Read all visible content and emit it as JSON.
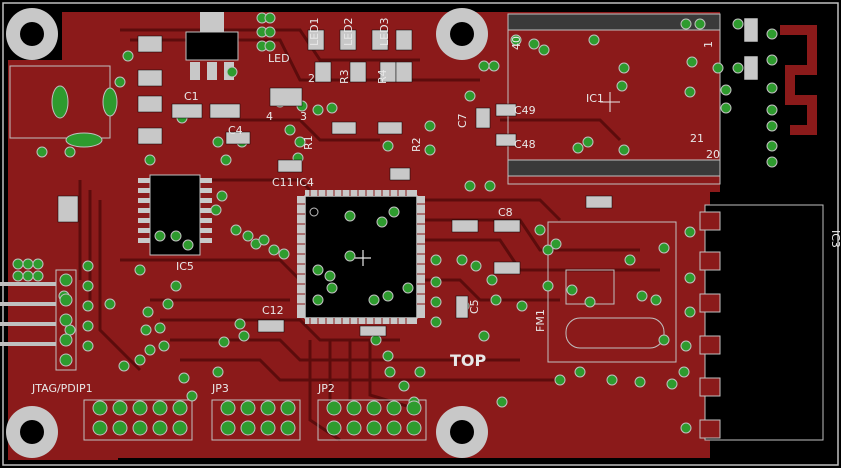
{
  "labels": {
    "led": "LED",
    "led1": "LED1",
    "led2": "LED2",
    "led3": "LED3",
    "r1": "R1",
    "r2": "R2",
    "r3": "R3",
    "r4": "R4",
    "c1": "C1",
    "c4": "C4",
    "c7": "C7",
    "c8": "C8",
    "c11": "C11",
    "c12": "C12",
    "c5": "C5",
    "c49": "C49",
    "c48": "C48",
    "ic1": "IC1",
    "ic3": "IC3",
    "ic4": "IC4",
    "ic5": "IC5",
    "fm1": "FM1",
    "jp1": "JTAG/PDIP1",
    "jp2": "JP2",
    "jp3": "JP3",
    "top": "TOP",
    "n20": "20",
    "n21": "21",
    "n40": "40",
    "n1": "1",
    "n2": "2",
    "n4": "4",
    "n3": "3"
  },
  "colors": {
    "background": "#000000",
    "copper_pour": "#8b1a1a",
    "trace": "#6a0f0f",
    "pad": "#2e9b2e",
    "pad_ring": "#c0c0c0",
    "silkscreen": "#e8e8e8",
    "drill": "#000000"
  }
}
